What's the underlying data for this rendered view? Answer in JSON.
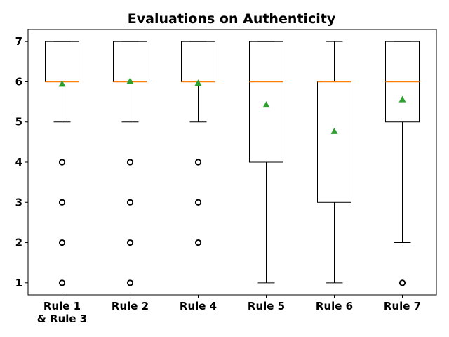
{
  "chart_data": {
    "type": "box",
    "title": "Evaluations on Authenticity",
    "xlabel": "",
    "ylabel": "",
    "ylim": [
      0.7,
      7.3
    ],
    "yticks": [
      1,
      2,
      3,
      4,
      5,
      6,
      7
    ],
    "grid": false,
    "colors": {
      "box": "#000000",
      "median": "#ff7f0e",
      "mean": "#2ca02c",
      "flier": "#000000"
    },
    "categories": [
      {
        "label": [
          "Rule 1",
          "& Rule 3"
        ],
        "q1": 6,
        "median": 6,
        "q3": 7,
        "whisker_low": 5,
        "whisker_high": 7,
        "mean": 5.95,
        "outliers": [
          4,
          3,
          2,
          1
        ]
      },
      {
        "label": [
          "Rule 2"
        ],
        "q1": 6,
        "median": 6,
        "q3": 7,
        "whisker_low": 5,
        "whisker_high": 7,
        "mean": 6.02,
        "outliers": [
          4,
          3,
          2,
          1
        ]
      },
      {
        "label": [
          "Rule 4"
        ],
        "q1": 6,
        "median": 6,
        "q3": 7,
        "whisker_low": 5,
        "whisker_high": 7,
        "mean": 5.97,
        "outliers": [
          4,
          3,
          2
        ]
      },
      {
        "label": [
          "Rule 5"
        ],
        "q1": 4,
        "median": 6,
        "q3": 7,
        "whisker_low": 1,
        "whisker_high": 7,
        "mean": 5.43,
        "outliers": []
      },
      {
        "label": [
          "Rule 6"
        ],
        "q1": 3,
        "median": 6,
        "q3": 6,
        "whisker_low": 1,
        "whisker_high": 7,
        "mean": 4.77,
        "outliers": []
      },
      {
        "label": [
          "Rule 7"
        ],
        "q1": 5,
        "median": 6,
        "q3": 7,
        "whisker_low": 2,
        "whisker_high": 7,
        "mean": 5.56,
        "outliers": [
          1
        ]
      }
    ]
  }
}
